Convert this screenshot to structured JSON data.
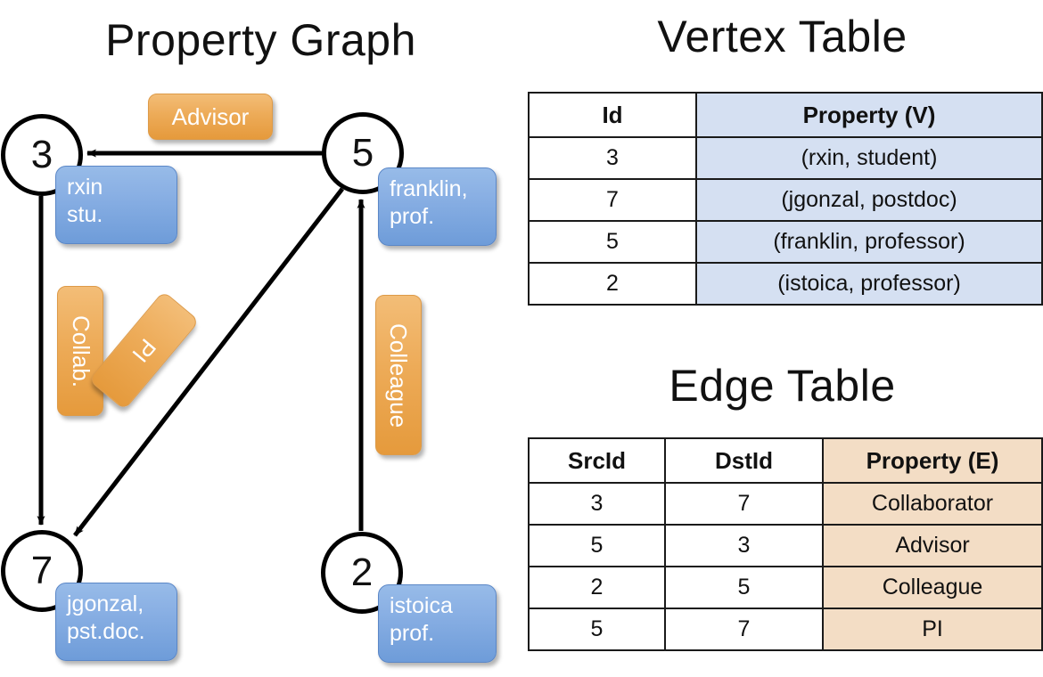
{
  "titles": {
    "property_graph": "Property Graph",
    "vertex_table": "Vertex Table",
    "edge_table": "Edge Table"
  },
  "colors": {
    "vertex_property_fill": "#d5e0f2",
    "edge_property_fill": "#f3ddc5",
    "node_box_blue": "#8ab0e4",
    "edge_label_orange": "#edab58",
    "stroke": "#000000"
  },
  "graph": {
    "vertices": [
      {
        "id": "3",
        "label_line1": "rxin",
        "label_line2": "stu."
      },
      {
        "id": "5",
        "label_line1": "franklin,",
        "label_line2": "prof."
      },
      {
        "id": "7",
        "label_line1": "jgonzal,",
        "label_line2": "pst.doc."
      },
      {
        "id": "2",
        "label_line1": "istoica",
        "label_line2": "prof."
      }
    ],
    "edge_labels": [
      {
        "name": "advisor",
        "text": "Advisor"
      },
      {
        "name": "collab",
        "text": "Collab."
      },
      {
        "name": "pi",
        "text": "PI"
      },
      {
        "name": "colleague",
        "text": "Colleague"
      }
    ]
  },
  "vertex_table": {
    "headers": [
      "Id",
      "Property (V)"
    ],
    "rows": [
      {
        "id": "3",
        "property": "(rxin, student)"
      },
      {
        "id": "7",
        "property": "(jgonzal, postdoc)"
      },
      {
        "id": "5",
        "property": "(franklin, professor)"
      },
      {
        "id": "2",
        "property": "(istoica, professor)"
      }
    ]
  },
  "edge_table": {
    "headers": [
      "SrcId",
      "DstId",
      "Property (E)"
    ],
    "rows": [
      {
        "src": "3",
        "dst": "7",
        "property": "Collaborator"
      },
      {
        "src": "5",
        "dst": "3",
        "property": "Advisor"
      },
      {
        "src": "2",
        "dst": "5",
        "property": "Colleague"
      },
      {
        "src": "5",
        "dst": "7",
        "property": "PI"
      }
    ]
  }
}
